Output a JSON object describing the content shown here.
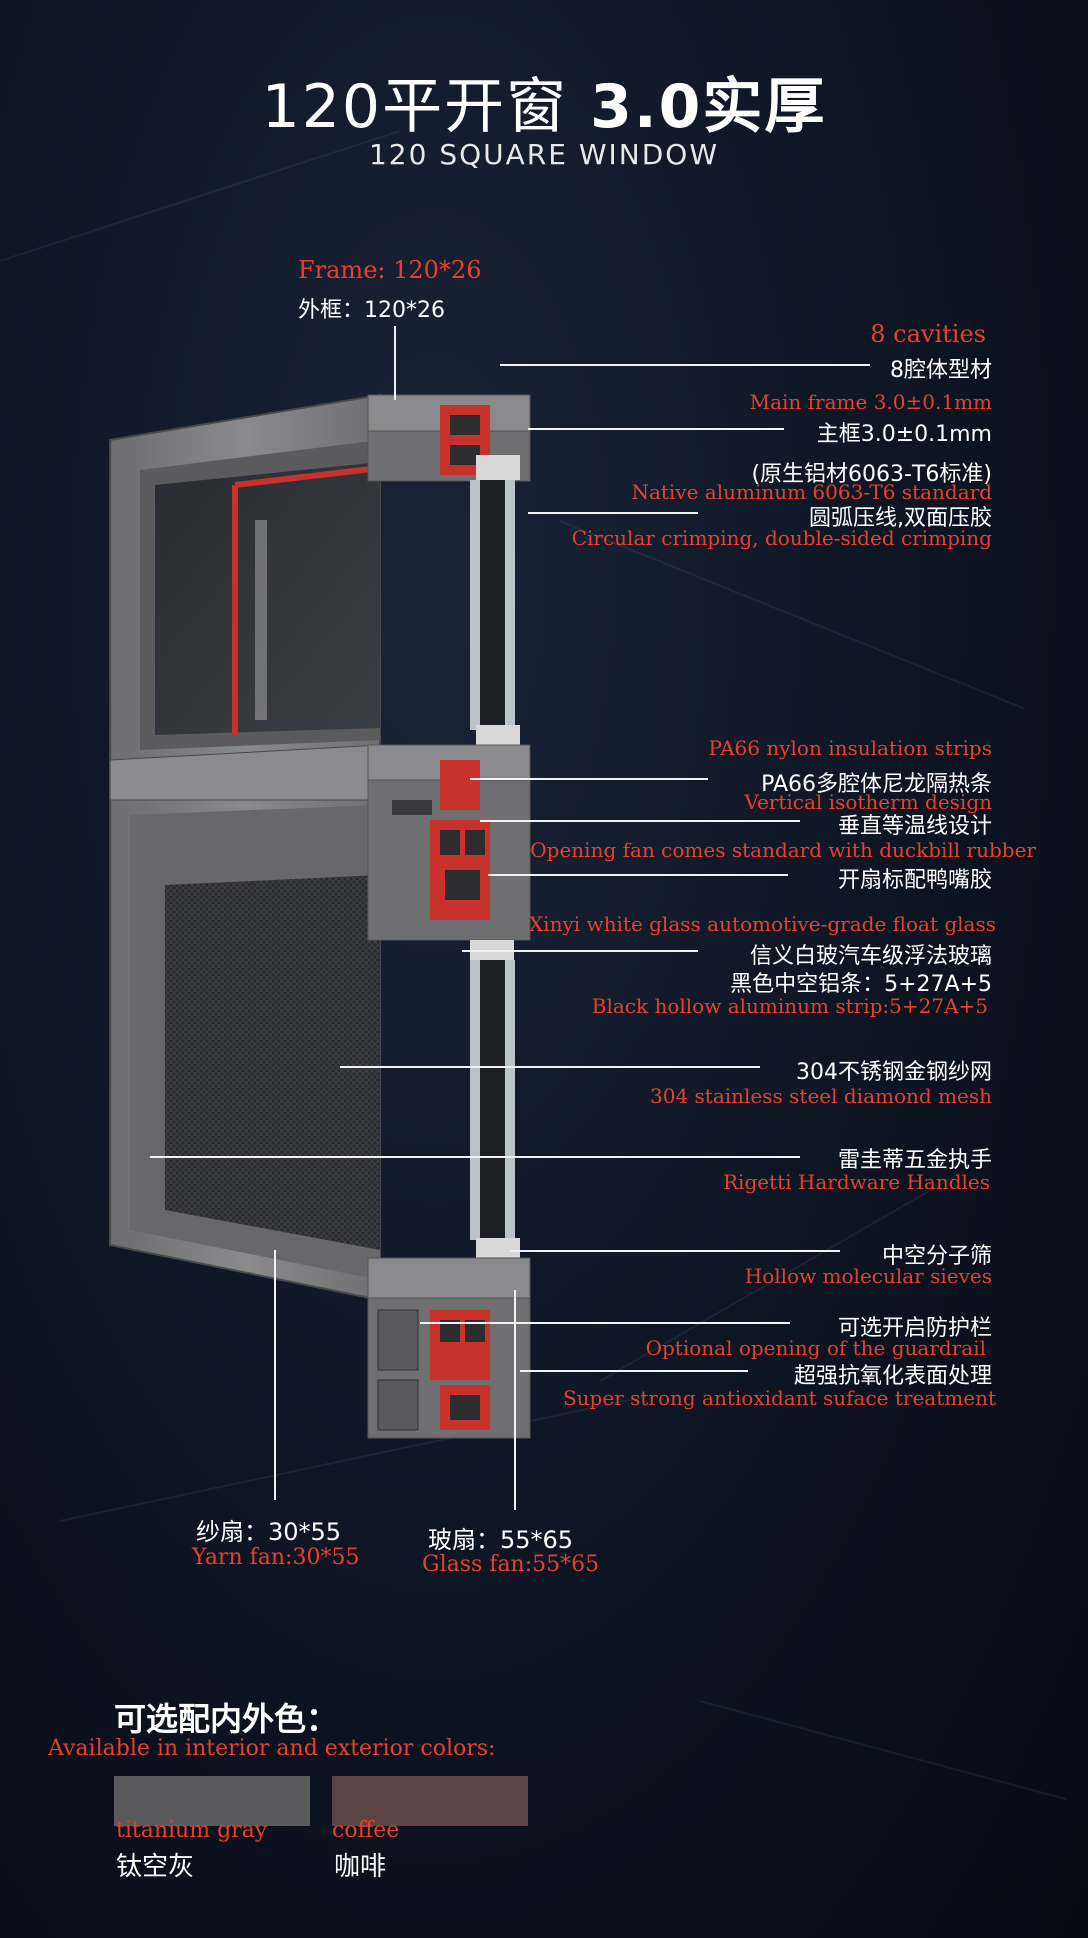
{
  "header": {
    "title_main": "120平开窗",
    "title_bold": "3.0实厚",
    "subtitle": "120 SQUARE WINDOW"
  },
  "frame": {
    "en": "Frame: 120*26",
    "cn": "外框：120*26"
  },
  "callouts": [
    {
      "en": "8 cavities",
      "cn": "8腔体型材"
    },
    {
      "en": "Main frame 3.0±0.1mm",
      "cn": "主框3.0±0.1mm"
    },
    {
      "cn": "(原生铝材6063-T6标准)",
      "en": "Native aluminum 6063-T6 standard"
    },
    {
      "cn": "圆弧压线,双面压胶",
      "en": "Circular crimping, double-sided crimping"
    },
    {
      "en": "PA66 nylon insulation strips",
      "cn": "PA66多腔体尼龙隔热条"
    },
    {
      "en": "Vertical isotherm design",
      "cn": "垂直等温线设计"
    },
    {
      "en": "Opening fan comes standard with duckbill rubber",
      "cn": "开扇标配鸭嘴胶"
    },
    {
      "en": "Xinyi white glass automotive-grade float glass",
      "cn": "信义白玻汽车级浮法玻璃"
    },
    {
      "cn": "黑色中空铝条：5+27A+5",
      "en": "Black hollow aluminum strip:5+27A+5"
    },
    {
      "cn": "304不锈钢金钢纱网",
      "en": "304 stainless steel diamond mesh"
    },
    {
      "cn": "雷圭蒂五金执手",
      "en": "Rigetti Hardware Handles"
    },
    {
      "cn": "中空分子筛",
      "en": "Hollow molecular sieves"
    },
    {
      "cn": "可选开启防护栏",
      "en": "Optional opening of the guardrail"
    },
    {
      "cn": "超强抗氧化表面处理",
      "en": "Super strong antioxidant suface treatment"
    }
  ],
  "bottom_labels": {
    "yarn_cn": "纱扇：30*55",
    "yarn_en": "Yarn fan:30*55",
    "glass_cn": "玻扇：55*65",
    "glass_en": "Glass fan:55*65"
  },
  "colors_section": {
    "heading_cn": "可选配内外色：",
    "heading_en": "Available in interior and exterior colors:",
    "options": [
      {
        "en": "titanium gray",
        "cn": "钛空灰",
        "hex": "#5a5a5c"
      },
      {
        "en": "coffee",
        "cn": "咖啡",
        "hex": "#5b4443"
      }
    ]
  },
  "theme": {
    "accent_red": "#e8402e",
    "frame_gray": "#7a7a7c",
    "insulation_red": "#c8322c"
  }
}
